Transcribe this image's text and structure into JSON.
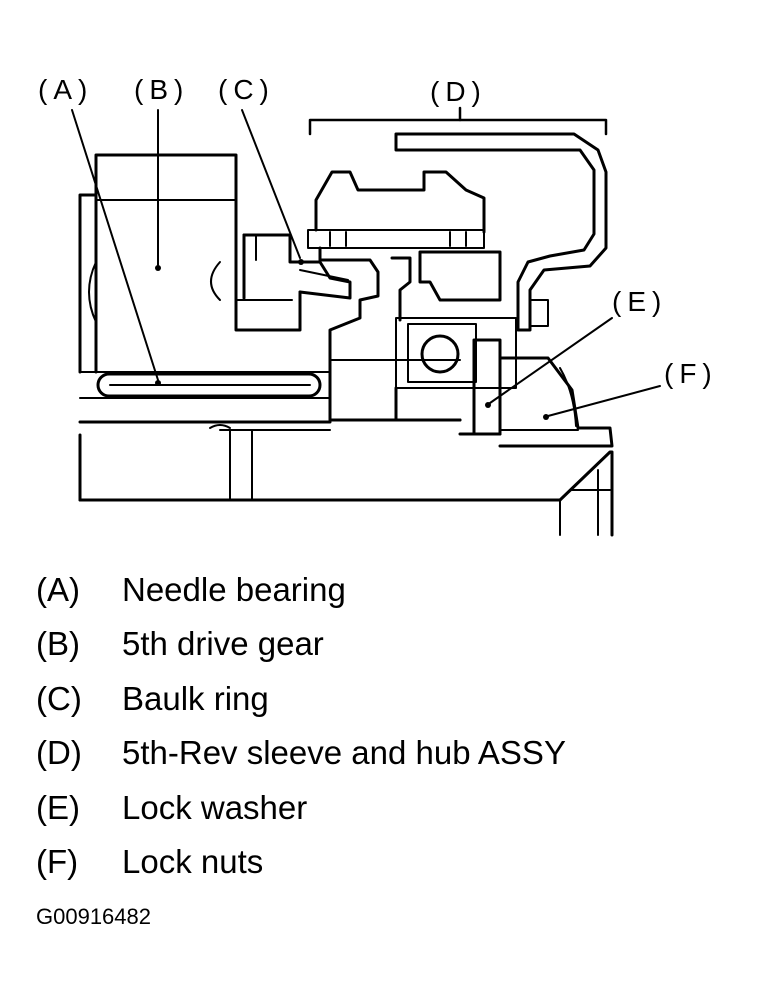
{
  "callouts": {
    "a": "(A)",
    "b": "(B)",
    "c": "(C)",
    "d": "(D)",
    "e": "(E)",
    "f": "(F)"
  },
  "legend": [
    {
      "key": "(A)",
      "text": "Needle bearing"
    },
    {
      "key": "(B)",
      "text": "5th drive gear"
    },
    {
      "key": "(C)",
      "text": "Baulk ring"
    },
    {
      "key": "(D)",
      "text": "5th-Rev sleeve and hub ASSY"
    },
    {
      "key": "(E)",
      "text": "Lock washer"
    },
    {
      "key": "(F)",
      "text": "Lock nuts"
    }
  ],
  "figure_id": "G00916482"
}
